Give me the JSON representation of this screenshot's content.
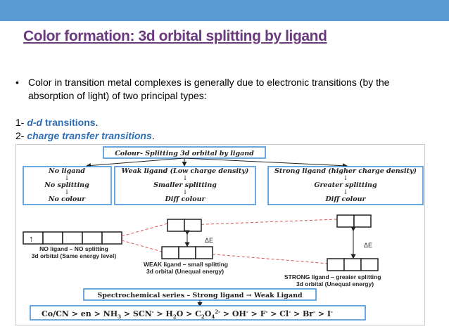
{
  "slide": {
    "title": "Color formation: 3d orbital splitting by ligand",
    "bullet_marker": "•",
    "bullet_text": "Color in transition metal complexes is generally due to electronic transitions (by the absorption of light) of two principal types:",
    "item1_prefix": "1- ",
    "item1_term": "d-d",
    "item1_suffix": " transitions",
    "item1_end": ".",
    "item2_prefix": "2- ",
    "item2_term": "charge transfer transitions",
    "item2_end": ".",
    "accent_color": "#6b3a7d",
    "bar_color": "#5b9bd5",
    "highlight_color": "#2e6db4"
  },
  "diagram": {
    "header": "Colour- Splitting 3d orbital by ligand",
    "box_left": {
      "line1": "No ligand",
      "line2": "No splitting",
      "line3": "No colour",
      "arrow": "↓"
    },
    "box_mid": {
      "line1": "Weak ligand (Low charge density)",
      "line2": "Smaller splitting",
      "line3": "Diff colour",
      "arrow": "↓"
    },
    "box_right": {
      "line1": "Strong ligand (higher charge density)",
      "line2": "Greater splitting",
      "line3": "Diff colour",
      "arrow": "↓"
    },
    "up_arrow": "↑",
    "no_ligand_label1": "NO ligand – NO splitting",
    "no_ligand_label2": "3d orbital (Same energy level)",
    "weak_label1": "WEAK ligand – small splitting",
    "weak_label2": "3d orbital (Unequal energy)",
    "strong_label1": "STRONG ligand – greater splitting",
    "strong_label2": "3d orbital (Unequal energy)",
    "delta_e": "ΔE",
    "series_header": "Spectrochemical series – Strong ligand → Weak Ligand",
    "series": "Co/CN > en > NH3 > SCN- > H2O > C2O42- > OH- > F- > Cl- > Br- > I-",
    "series_parts": {
      "a": "Co/CN > en > NH",
      "a_sub": "3",
      "b": " > SCN",
      "b_sup": "-",
      "c": " > H",
      "c_sub": "2",
      "d": "O > C",
      "d_sub": "2",
      "e": "O",
      "e_sub": "4",
      "e_sup": "2-",
      "f": " > OH",
      "f_sup": "-",
      "g": " > F",
      "g_sup": "-",
      "h": " > Cl",
      "h_sup": "-",
      "i": " > Br",
      "i_sup": "-",
      "j": " > I",
      "j_sup": "-"
    }
  }
}
